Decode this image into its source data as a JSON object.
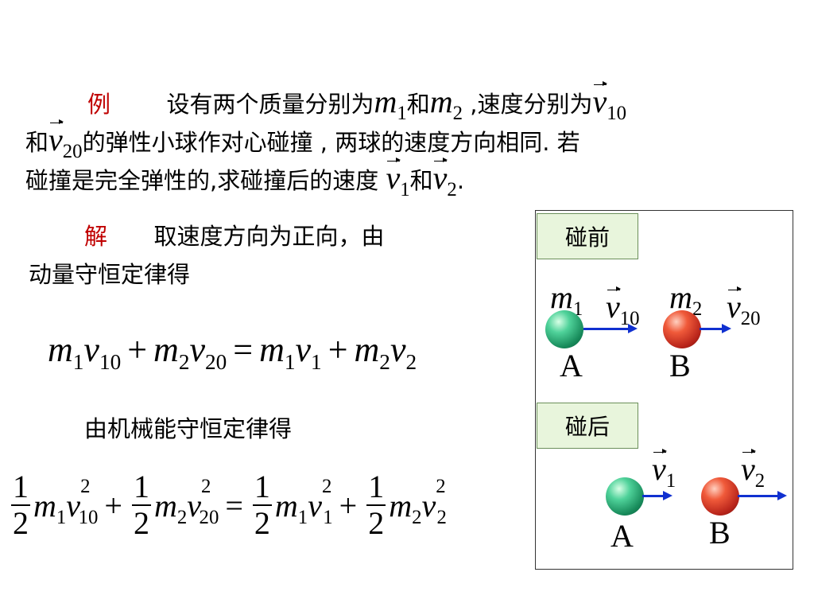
{
  "problem": {
    "label": "例",
    "line1_text": "设有两个质量分别为",
    "line1_and": "和",
    "line1_comma": " ,速度分别为",
    "line2_and": "和",
    "line2_text": "的弹性小球作对心碰撞 , 两球的速度方向相同. 若",
    "line3_text": "碰撞是完全弹性的,求碰撞后的速度",
    "line3_and": "和",
    "line3_end": "."
  },
  "solution": {
    "label": "解",
    "line1_text": "取速度方向为正向，由",
    "line2_text": "动量守恒定律得",
    "energy_text": "由机械能守恒定律得"
  },
  "symbols": {
    "m": "m",
    "v": "v",
    "sub_1": "1",
    "sub_2": "2",
    "sub_10": "10",
    "sub_20": "20",
    "sup_2": "2",
    "plus": "+",
    "equals": "=",
    "half_num": "1",
    "half_den": "2"
  },
  "diagram": {
    "before_label": "碰前",
    "after_label": "碰后",
    "ball_a": "A",
    "ball_b": "B"
  },
  "colors": {
    "label_red": "#c00000",
    "arrow_blue": "#1030d0",
    "tag_bg": "#e8f5dc"
  }
}
